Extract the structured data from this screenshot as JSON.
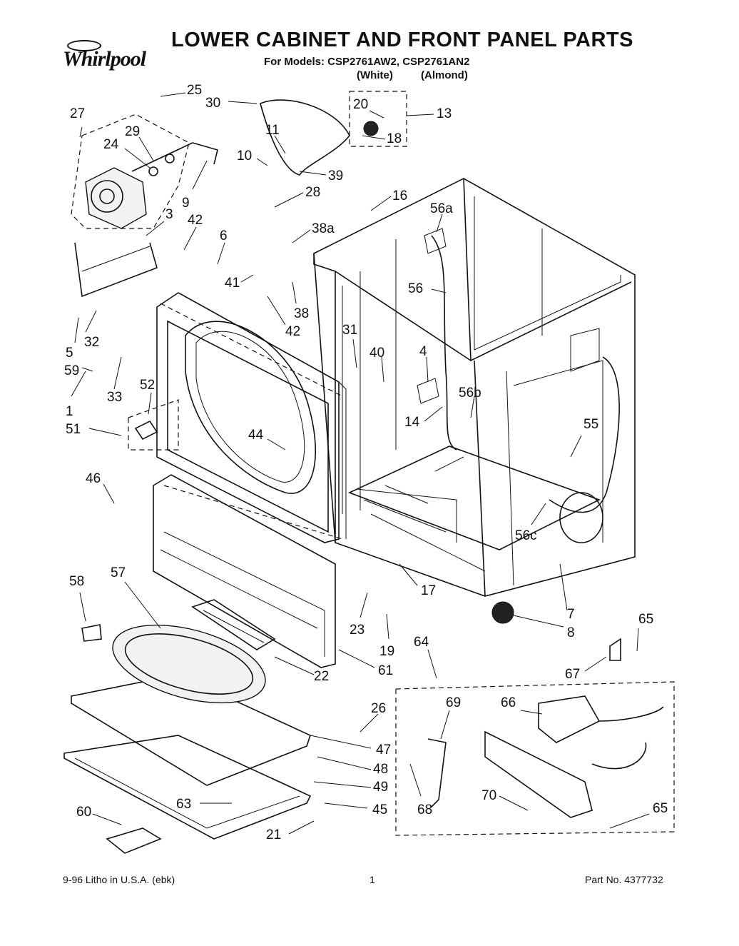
{
  "header": {
    "brand": "Whirlpool",
    "title": "LOWER CABINET AND FRONT PANEL PARTS",
    "models_line": "For Models: CSP2761AW2, CSP2761AN2",
    "color_white": "(White)",
    "color_almond": "(Almond)"
  },
  "callouts": [
    {
      "label": "25"
    },
    {
      "label": "30"
    },
    {
      "label": "27"
    },
    {
      "label": "29"
    },
    {
      "label": "24"
    },
    {
      "label": "20"
    },
    {
      "label": "13"
    },
    {
      "label": "18"
    },
    {
      "label": "11"
    },
    {
      "label": "10"
    },
    {
      "label": "39"
    },
    {
      "label": "28"
    },
    {
      "label": "16"
    },
    {
      "label": "9"
    },
    {
      "label": "3"
    },
    {
      "label": "42"
    },
    {
      "label": "6"
    },
    {
      "label": "38a"
    },
    {
      "label": "56a"
    },
    {
      "label": "56"
    },
    {
      "label": "41"
    },
    {
      "label": "38"
    },
    {
      "label": "42"
    },
    {
      "label": "32"
    },
    {
      "label": "5"
    },
    {
      "label": "59"
    },
    {
      "label": "33"
    },
    {
      "label": "1"
    },
    {
      "label": "31"
    },
    {
      "label": "40"
    },
    {
      "label": "4"
    },
    {
      "label": "52"
    },
    {
      "label": "51"
    },
    {
      "label": "44"
    },
    {
      "label": "14"
    },
    {
      "label": "56b"
    },
    {
      "label": "55"
    },
    {
      "label": "46"
    },
    {
      "label": "56c"
    },
    {
      "label": "58"
    },
    {
      "label": "57"
    },
    {
      "label": "17"
    },
    {
      "label": "7"
    },
    {
      "label": "23"
    },
    {
      "label": "8"
    },
    {
      "label": "65"
    },
    {
      "label": "19"
    },
    {
      "label": "64"
    },
    {
      "label": "22"
    },
    {
      "label": "61"
    },
    {
      "label": "67"
    },
    {
      "label": "26"
    },
    {
      "label": "69"
    },
    {
      "label": "66"
    },
    {
      "label": "47"
    },
    {
      "label": "48"
    },
    {
      "label": "49"
    },
    {
      "label": "68"
    },
    {
      "label": "70"
    },
    {
      "label": "60"
    },
    {
      "label": "63"
    },
    {
      "label": "45"
    },
    {
      "label": "65"
    },
    {
      "label": "21"
    }
  ],
  "footer": {
    "litho": "9-96 Litho in U.S.A. (ebk)",
    "page": "1",
    "part_no": "Part No. 4377732"
  }
}
